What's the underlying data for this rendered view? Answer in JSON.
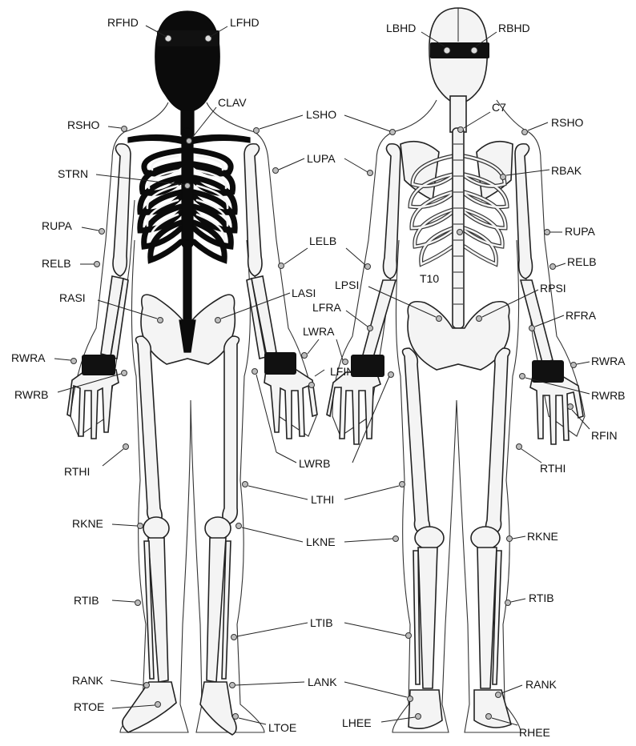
{
  "markers": [
    {
      "id": "rfhd",
      "text": "RFHD"
    },
    {
      "id": "lfhd",
      "text": "LFHD"
    },
    {
      "id": "clav",
      "text": "CLAV"
    },
    {
      "id": "rsho-front",
      "text": "RSHO"
    },
    {
      "id": "lsho",
      "text": "LSHO"
    },
    {
      "id": "strn",
      "text": "STRN"
    },
    {
      "id": "lupa",
      "text": "LUPA"
    },
    {
      "id": "rupa-front",
      "text": "RUPA"
    },
    {
      "id": "lelb",
      "text": "LELB"
    },
    {
      "id": "relb-front",
      "text": "RELB"
    },
    {
      "id": "rasi",
      "text": "RASI"
    },
    {
      "id": "lasi",
      "text": "LASI"
    },
    {
      "id": "lpsi",
      "text": "LPSI"
    },
    {
      "id": "lfra",
      "text": "LFRA"
    },
    {
      "id": "lwra",
      "text": "LWRA"
    },
    {
      "id": "rwra-front",
      "text": "RWRA"
    },
    {
      "id": "lfin",
      "text": "LFIN"
    },
    {
      "id": "rwrb-front",
      "text": "RWRB"
    },
    {
      "id": "lwrb",
      "text": "LWRB"
    },
    {
      "id": "rthi-front",
      "text": "RTHI"
    },
    {
      "id": "lthi",
      "text": "LTHI"
    },
    {
      "id": "rkne-front",
      "text": "RKNE"
    },
    {
      "id": "lkne",
      "text": "LKNE"
    },
    {
      "id": "rtib-front",
      "text": "RTIB"
    },
    {
      "id": "ltib",
      "text": "LTIB"
    },
    {
      "id": "rank-front",
      "text": "RANK"
    },
    {
      "id": "lank",
      "text": "LANK"
    },
    {
      "id": "rtoe",
      "text": "RTOE"
    },
    {
      "id": "ltoe",
      "text": "LTOE"
    },
    {
      "id": "lhee",
      "text": "LHEE"
    },
    {
      "id": "lbhd",
      "text": "LBHD"
    },
    {
      "id": "rbhd",
      "text": "RBHD"
    },
    {
      "id": "c7",
      "text": "C7"
    },
    {
      "id": "rsho-back",
      "text": "RSHO"
    },
    {
      "id": "rbak",
      "text": "RBAK"
    },
    {
      "id": "rupa-back",
      "text": "RUPA"
    },
    {
      "id": "relb-back",
      "text": "RELB"
    },
    {
      "id": "t10",
      "text": "T10"
    },
    {
      "id": "rpsi",
      "text": "RPSI"
    },
    {
      "id": "rfra",
      "text": "RFRA"
    },
    {
      "id": "rwra-back",
      "text": "RWRA"
    },
    {
      "id": "rwrb-back",
      "text": "RWRB"
    },
    {
      "id": "rfin",
      "text": "RFIN"
    },
    {
      "id": "rthi-back",
      "text": "RTHI"
    },
    {
      "id": "rkne-back",
      "text": "RKNE"
    },
    {
      "id": "rtib-back",
      "text": "RTIB"
    },
    {
      "id": "rank-back",
      "text": "RANK"
    },
    {
      "id": "rhee",
      "text": "RHEE"
    }
  ]
}
